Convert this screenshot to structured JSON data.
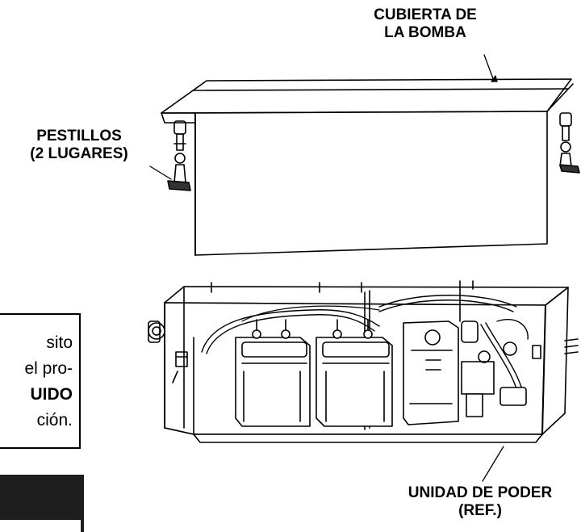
{
  "labels": {
    "cover": [
      "CUBIERTA DE",
      "LA BOMBA"
    ],
    "latches": [
      "PESTILLOS",
      "(2 LUGARES)"
    ],
    "power_unit": [
      "UNIDAD DE PODER",
      "(REF.)"
    ]
  },
  "note_fragment": [
    "sito",
    "el pro-",
    "UIDO",
    "ción."
  ]
}
